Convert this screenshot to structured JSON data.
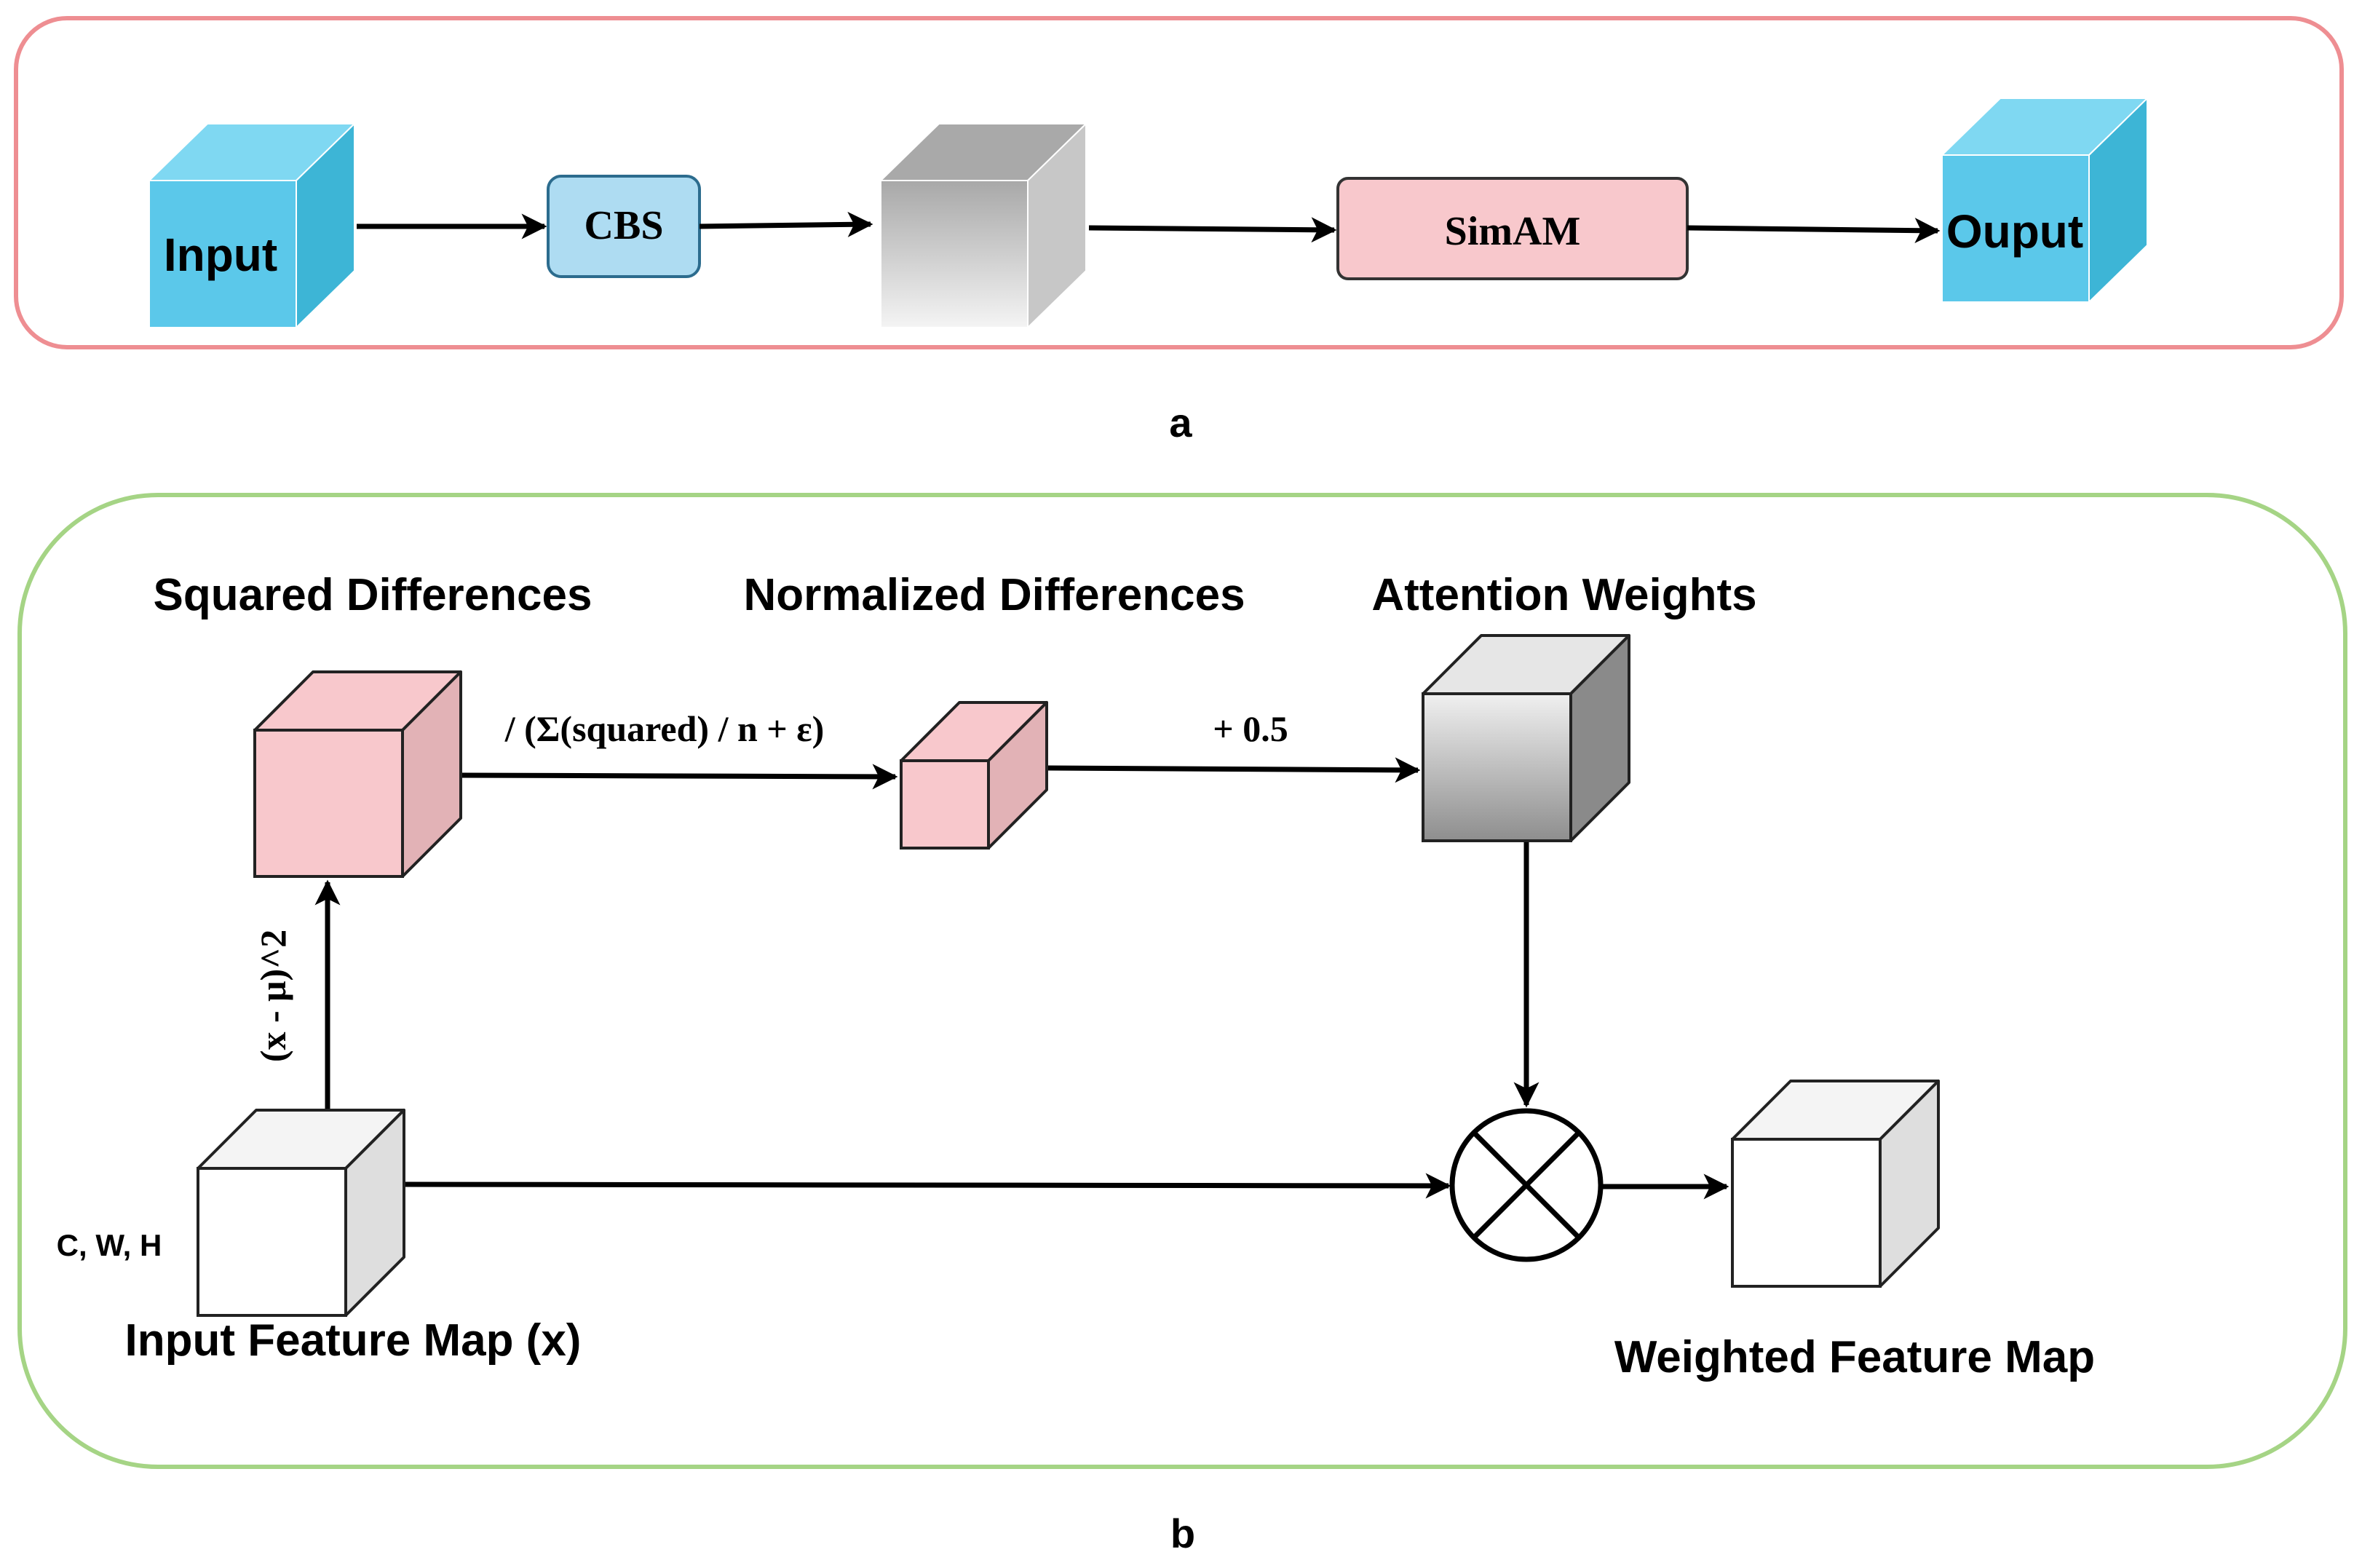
{
  "panel_a": {
    "caption": "a",
    "border_color": "#EE8E92",
    "input_label": "Input",
    "cbs_label": "CBS",
    "simam_label": "SimAM",
    "output_label": "Ouput",
    "colors": {
      "cube_blue": "#5BC8EA",
      "cbs_fill": "#AEDCF2",
      "cbs_stroke": "#2C6C8E",
      "simam_fill": "#F8C8CC",
      "gray_cube": "#B8B8B8"
    }
  },
  "panel_b": {
    "caption": "b",
    "border_color": "#A5D485",
    "squared_title": "Squared Differences",
    "normalized_title": "Normalized Differences",
    "attention_title": "Attention Weights",
    "normalize_formula": "/ (Σ(squared) / n + ε)",
    "plus_label": "+ 0.5",
    "squared_formula": "(x - μ)^2",
    "dims_label": "C, W, H",
    "input_label": "Input Feature Map (x)",
    "output_label": "Weighted Feature Map",
    "multiply_symbol": "multiply-icon",
    "colors": {
      "pink_cube": "#F8C8CC",
      "white_cube": "#FFFFFF",
      "gray_cube": "#9A9A9A"
    }
  }
}
